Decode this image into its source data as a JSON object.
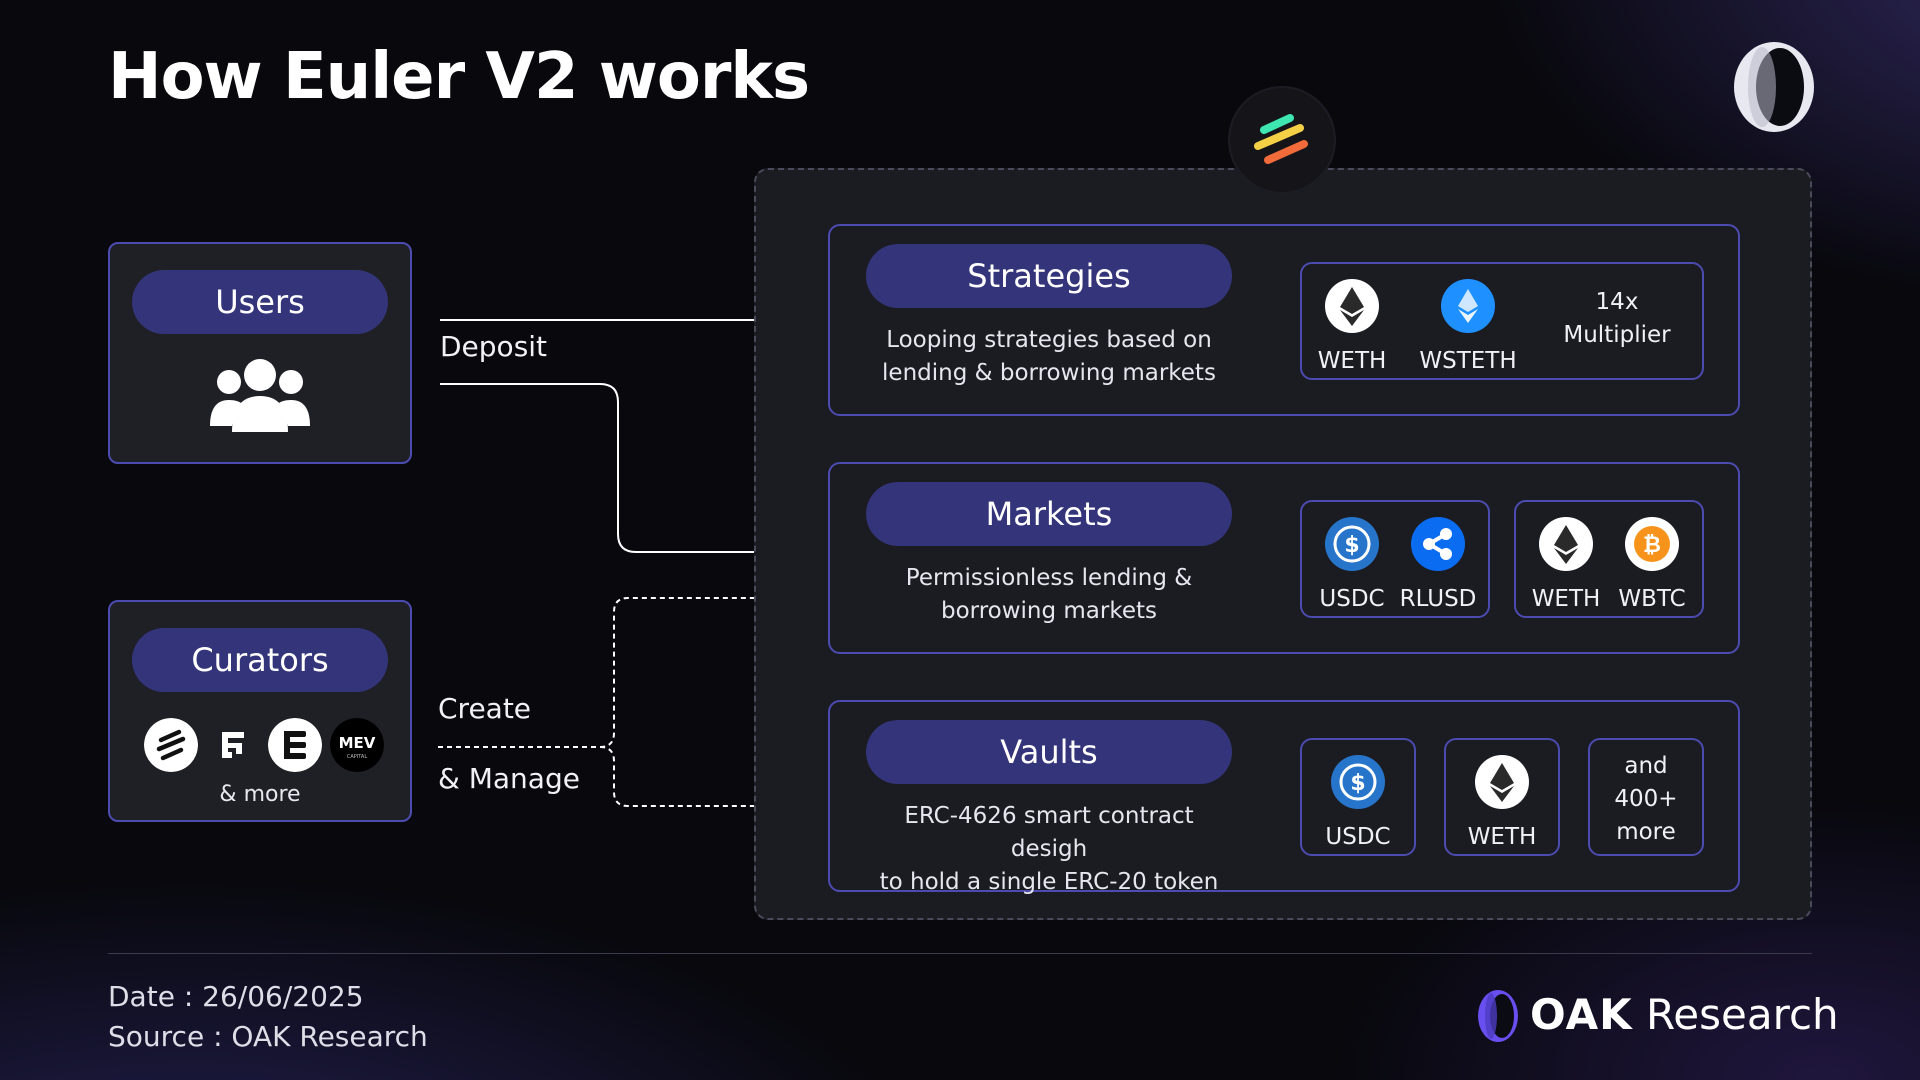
{
  "title": "How Euler V2 works",
  "actors": {
    "users": {
      "label": "Users"
    },
    "curators": {
      "label": "Curators",
      "more": "& more",
      "logo_texts": {
        "mev": "MEV",
        "mev_sub": "CAPITAL"
      }
    }
  },
  "flows": {
    "deposit": "Deposit",
    "create": "Create",
    "manage": "& Manage"
  },
  "sections": {
    "strategies": {
      "title": "Strategies",
      "desc_line1": "Looping strategies based on",
      "desc_line2": "lending & borrowing markets",
      "tokens": [
        "WETH",
        "WSTETH"
      ],
      "multiplier_line1": "14x",
      "multiplier_line2": "Multiplier"
    },
    "markets": {
      "title": "Markets",
      "desc_line1": "Permissionless lending &",
      "desc_line2": "borrowing markets",
      "pair1": [
        "USDC",
        "RLUSD"
      ],
      "pair2": [
        "WETH",
        "WBTC"
      ]
    },
    "vaults": {
      "title": "Vaults",
      "desc_line1": "ERC-4626 smart contract desigh",
      "desc_line2": "to hold a single ERC-20 token",
      "tokens": [
        "USDC",
        "WETH"
      ],
      "more_line1": "and",
      "more_line2": "400+",
      "more_line3": "more"
    }
  },
  "footer": {
    "date": "Date : 26/06/2025",
    "source": "Source : OAK Research",
    "brand_bold": "OAK",
    "brand_rest": "Research"
  },
  "colors": {
    "pill": "#34347a",
    "border": "#4c4bb0",
    "panel": "#1b1c22",
    "usdc": "#2775ca",
    "rlusd": "#0a6cf0",
    "wbtc_orange": "#f7931a",
    "wsteth": "#1e90ff"
  },
  "icons": [
    "users-icon",
    "euler-logo",
    "oak-logo",
    "eth-icon",
    "wsteth-icon",
    "usdc-icon",
    "rlusd-icon",
    "wbtc-icon"
  ]
}
